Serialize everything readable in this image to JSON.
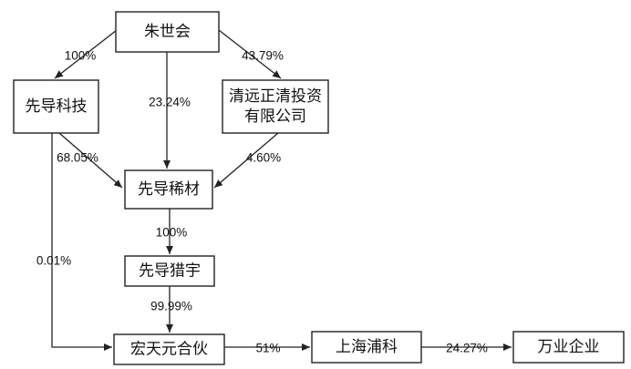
{
  "nodes": {
    "zhu": "朱世会",
    "tech": "先导科技",
    "qingyuan_line1": "清远正清投资",
    "qingyuan_line2": "有限公司",
    "xicai": "先导稀材",
    "liyu": "先导猎宇",
    "hongtian": "宏天元合伙",
    "pu": "上海浦科",
    "wanye": "万业企业"
  },
  "edges": {
    "zhu_tech": "100%",
    "zhu_xicai": "23.24%",
    "zhu_qingyuan": "43.79%",
    "tech_xicai": "68.05%",
    "qingyuan_xicai": "4.60%",
    "tech_hongtian": "0.01%",
    "xicai_liyu": "100%",
    "liyu_hongtian": "99.99%",
    "hongtian_pu": "51%",
    "pu_wanye": "24.27%"
  },
  "colors": {
    "line": "#222222",
    "text": "#111111",
    "background": "#ffffff"
  }
}
